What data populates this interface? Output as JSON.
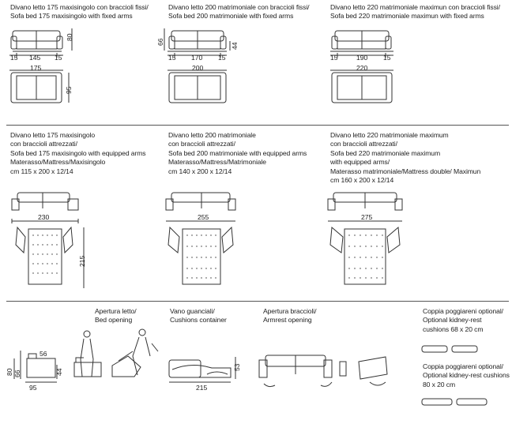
{
  "row1": [
    {
      "it": "Divano letto 175 maxisingolo con braccioli fissi/",
      "en": "Sofa bed 175 maxisingolo with fixed arms",
      "arm": "15",
      "seat": "145",
      "arm2": "15",
      "total": "175",
      "height": "80",
      "depth": "95"
    },
    {
      "it": "Divano letto 200 matrimoniale con braccioli fissi/",
      "en": "Sofa bed 200 matrimoniale with fixed arms",
      "arm": "15",
      "seat": "170",
      "arm2": "15",
      "total": "200",
      "height": "66",
      "seat_h": "44"
    },
    {
      "it": "Divano letto 220 matrimoniale maximun con braccioli fissi/",
      "en": "Sofa bed 220 matrimoniale maximun with fixed arms",
      "arm": "15",
      "seat": "190",
      "arm2": "15",
      "total": "220"
    }
  ],
  "row2": [
    {
      "lines": [
        "Divano letto 175 maxisingolo",
        "con braccioli attrezzati/",
        "Sofa bed 175 maxisingolo with equipped arms",
        "Materasso/Mattress/Maxisingolo",
        "cm 115 x 200 x 12/14"
      ],
      "open_width": "230",
      "open_length": "215"
    },
    {
      "lines": [
        "Divano letto 200 matrimoniale",
        "con braccioli attrezzati/",
        "Sofa bed 200 matrimoniale with equipped arms",
        "Materasso/Mattress/Matrimoniale",
        "cm 140 x 200 x 12/14"
      ],
      "open_width": "255"
    },
    {
      "lines": [
        "Divano letto 220 matrimoniale maximum",
        "con braccioli attrezzati/",
        "Sofa bed 220 matrimoniale maximum",
        "with equipped arms/",
        "Materasso matrimoniale/Mattress double/ Maximun",
        "cm 160 x 200 x 12/14"
      ],
      "open_width": "275"
    }
  ],
  "row3": {
    "side": {
      "height": "80",
      "seat_h": "66",
      "arm_h": "44",
      "top": "56",
      "depth": "95"
    },
    "bed_opening": [
      "Apertura letto/",
      "Bed opening"
    ],
    "cushions": {
      "lines": [
        "Vano guanciali/",
        "Cushions container"
      ],
      "length": "215",
      "height": "53"
    },
    "armrest": [
      "Apertura braccioli/",
      "Armrest opening"
    ],
    "kidney1": [
      "Coppia poggiareni optional/",
      "Optional kidney-rest",
      "cushions 68 x 20 cm"
    ],
    "kidney2": [
      "Coppia poggiareni optional/",
      "Optional kidney-rest cushions",
      "80 x 20 cm"
    ]
  }
}
